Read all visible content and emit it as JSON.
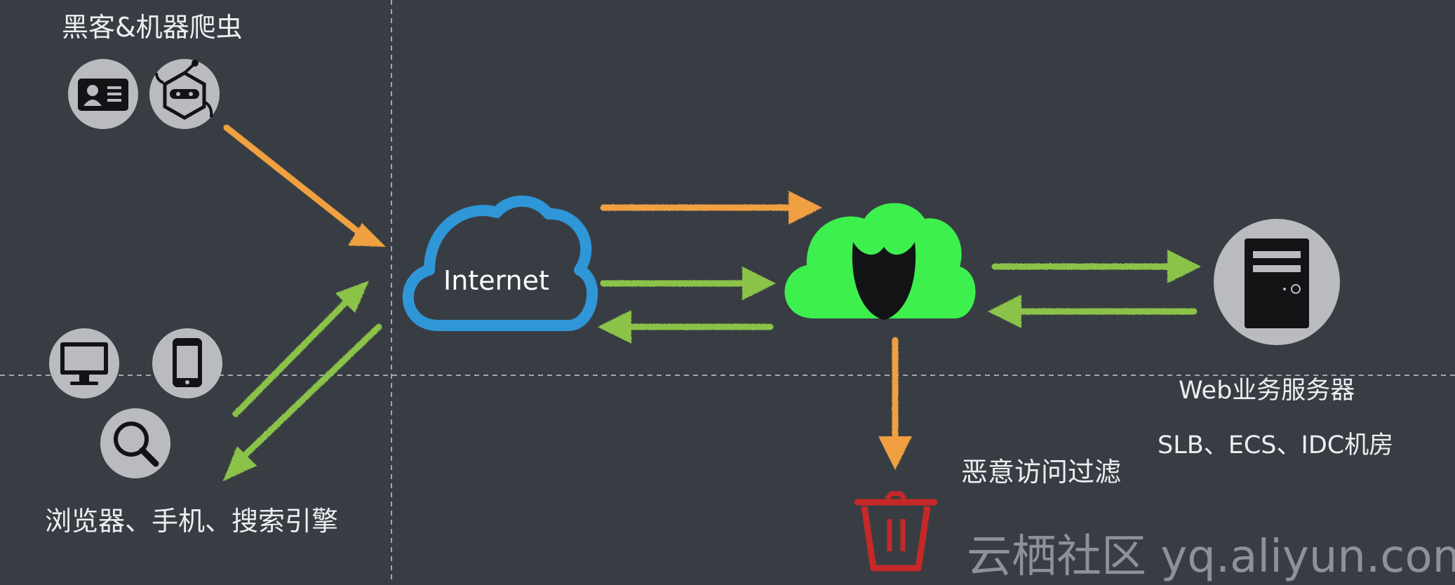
{
  "labels": {
    "hackers": "黑客&机器爬虫",
    "clients": "浏览器、手机、搜索引擎",
    "internet": "Internet",
    "web_server": "Web业务服务器",
    "server_types": "SLB、ECS、IDC机房",
    "malicious_filter": "恶意访问过滤",
    "watermark": "云栖社区 yq.aliyun.com"
  },
  "colors": {
    "background": "#383d43",
    "attack_arrow": "#f0a040",
    "normal_arrow": "#8bc34a",
    "internet_cloud": "#2f96d8",
    "firewall_cloud": "#3ef04e",
    "trash": "#c62828",
    "icon_circle": "#b9bbbe",
    "icon_dark": "#111315",
    "dashed_line": "#a4a7ab"
  },
  "icons": [
    "id-card-icon",
    "robot-icon",
    "monitor-icon",
    "phone-icon",
    "search-icon",
    "internet-cloud-icon",
    "mask-cloud-icon",
    "server-icon",
    "trash-icon"
  ]
}
